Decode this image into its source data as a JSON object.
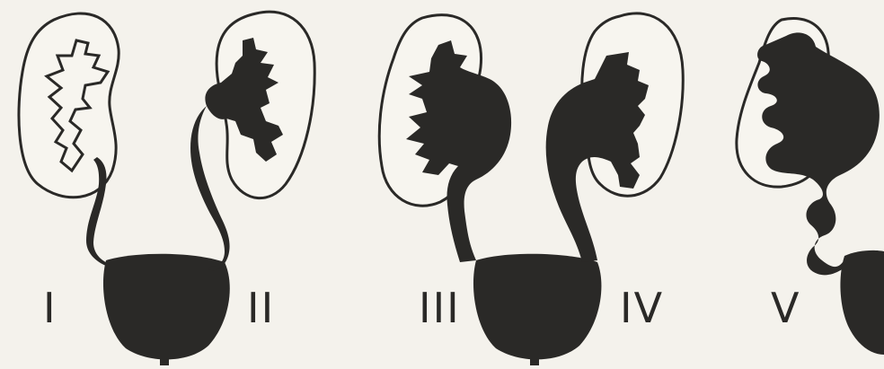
{
  "figure": {
    "stages": [
      {
        "label": "I"
      },
      {
        "label": "II"
      },
      {
        "label": "III"
      },
      {
        "label": "IV"
      },
      {
        "label": "V"
      }
    ],
    "colors": {
      "ink": "#2a2927",
      "paper": "#f4f2ec"
    }
  }
}
